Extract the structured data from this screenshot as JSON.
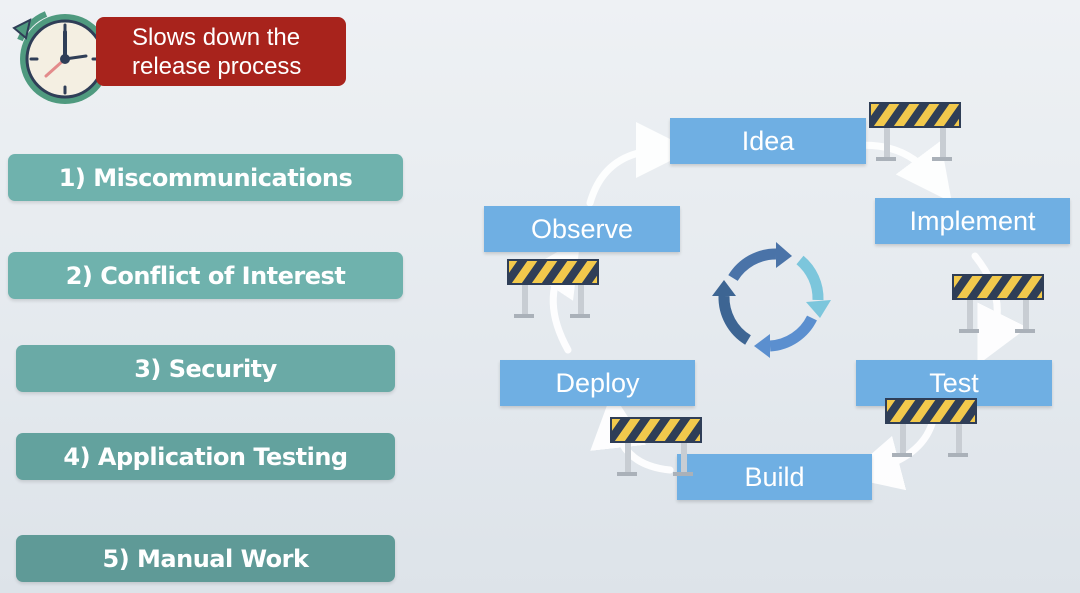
{
  "callout": {
    "line1": "Slows down the",
    "line2": "release process"
  },
  "issues": [
    {
      "label": "1) Miscommunications"
    },
    {
      "label": "2) Conflict of Interest"
    },
    {
      "label": "3) Security"
    },
    {
      "label": "4) Application Testing"
    },
    {
      "label": "5) Manual Work"
    }
  ],
  "cycle": {
    "stages": [
      "Idea",
      "Implement",
      "Test",
      "Build",
      "Deploy",
      "Observe"
    ]
  },
  "colors": {
    "callout": "#a8231c",
    "issue_teal": "#6fb2ad",
    "stage_blue": "#6fafe3",
    "clock_green": "#4f9a7f",
    "barrier_yellow": "#f2c94c",
    "barrier_navy": "#2f3e57"
  }
}
